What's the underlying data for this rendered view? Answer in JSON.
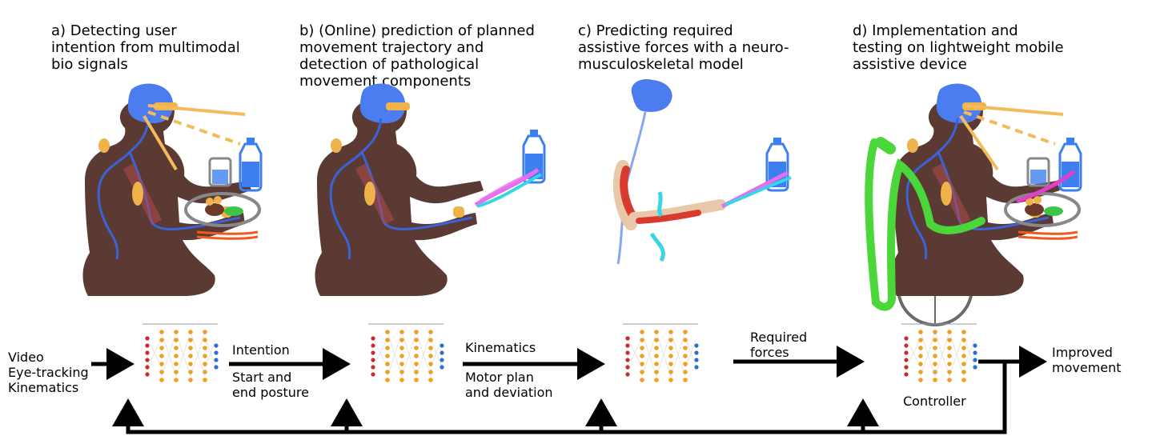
{
  "panels": [
    {
      "title": "a) Detecting user\nintention from multimodal\nbio signals"
    },
    {
      "title": "b) (Online) prediction of planned\nmovement trajectory and\ndetection of pathological\nmovement components"
    },
    {
      "title": "c) Predicting required\nassistive forces with a neuro-\nmusculoskeletal model"
    },
    {
      "title": "d) Implementation and\ntesting on lightweight mobile\nassistive device"
    }
  ],
  "pipeline": {
    "inputs": "Video\nEye-tracking\nKinematics",
    "edge_ab_top": "Intention",
    "edge_ab_bottom": "Start and\nend posture",
    "edge_bc_top": "Kinematics",
    "edge_bc_bottom": "Motor plan\nand deviation",
    "edge_cd_top": "Required\nforces",
    "controller": "Controller",
    "output": "Improved\nmovement"
  },
  "colors": {
    "body": "#5b3a34",
    "brain": "#4b7df0",
    "nerve": "#3a63d8",
    "sensor": "#f0b24a",
    "gaze": "#f4bb5c",
    "muscle": "#d83b2e",
    "trajectory_planned": "#e66ef0",
    "trajectory_actual": "#36d6e6",
    "exo": "#4bd63a",
    "wheelchair": "#6a6a6a",
    "bottle": "#3e7ff0",
    "food_green": "#3cc54a",
    "table_red": "#f05a1e"
  }
}
